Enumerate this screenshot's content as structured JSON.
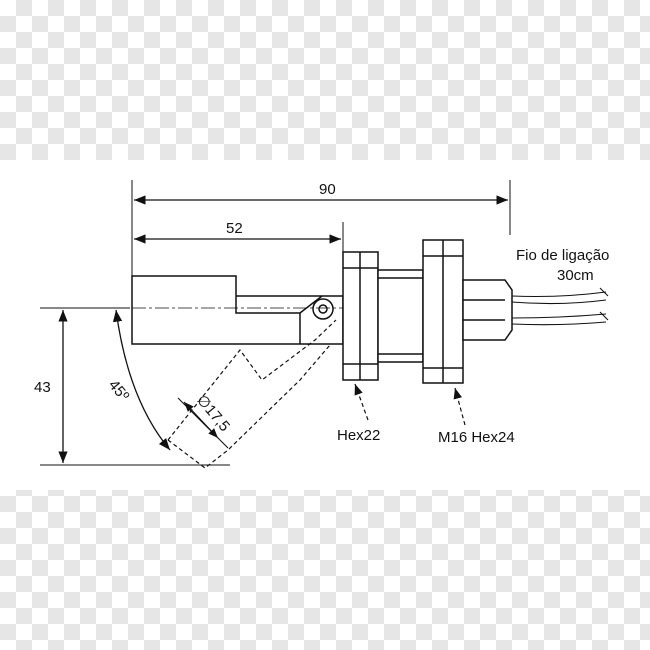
{
  "dimensions": {
    "overall_length": "90",
    "float_length": "52",
    "height": "43",
    "angle": "45º",
    "diameter": "∅17,5"
  },
  "callouts": {
    "wire_label": "Fio de ligação",
    "wire_length": "30cm",
    "hex_nut": "Hex22",
    "thread_nut": "M16 Hex24"
  },
  "colors": {
    "line": "#111111",
    "background": "#ffffff",
    "checker": "#e6e6e6"
  }
}
